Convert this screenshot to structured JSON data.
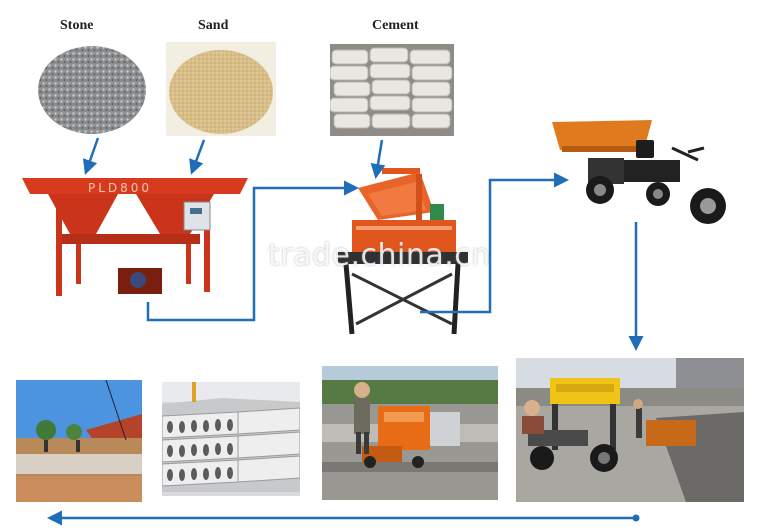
{
  "materials": {
    "stone": "Stone",
    "sand": "Sand",
    "cement": "Cement"
  },
  "machines": {
    "batcher_model": "PLD800"
  },
  "watermark": "trade.china.cn",
  "colors": {
    "arrow": "#1f6fb8",
    "machine_orange": "#e0561c",
    "batcher_red": "#d83a1e"
  }
}
